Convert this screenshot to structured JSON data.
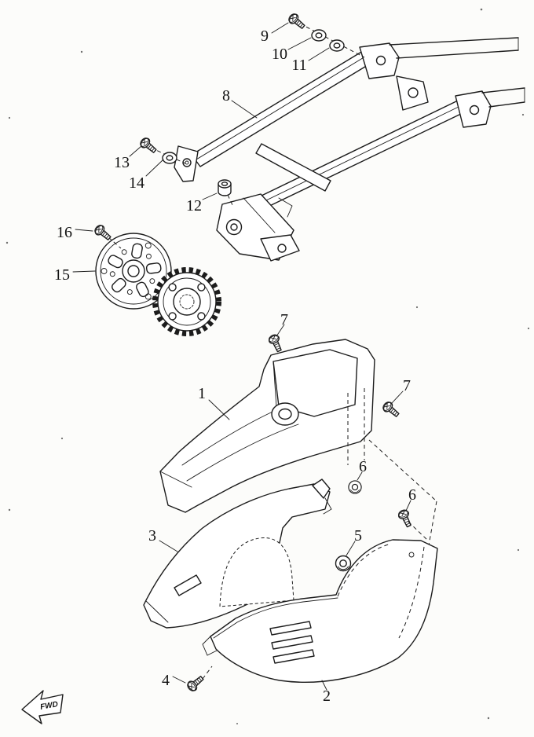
{
  "page": {
    "background": "#fcfcfa",
    "ink": "#1c1c1c",
    "kind": "exploded-parts-diagram"
  },
  "diagram": {
    "fwd_label": "FWD",
    "callouts": [
      {
        "ref": "9"
      },
      {
        "ref": "10"
      },
      {
        "ref": "11"
      },
      {
        "ref": "8"
      },
      {
        "ref": "13"
      },
      {
        "ref": "14"
      },
      {
        "ref": "12"
      },
      {
        "ref": "16"
      },
      {
        "ref": "15"
      },
      {
        "ref": "7"
      },
      {
        "ref": "1"
      },
      {
        "ref": "7"
      },
      {
        "ref": "6"
      },
      {
        "ref": "6"
      },
      {
        "ref": "5"
      },
      {
        "ref": "3"
      },
      {
        "ref": "4"
      },
      {
        "ref": "2"
      }
    ]
  }
}
